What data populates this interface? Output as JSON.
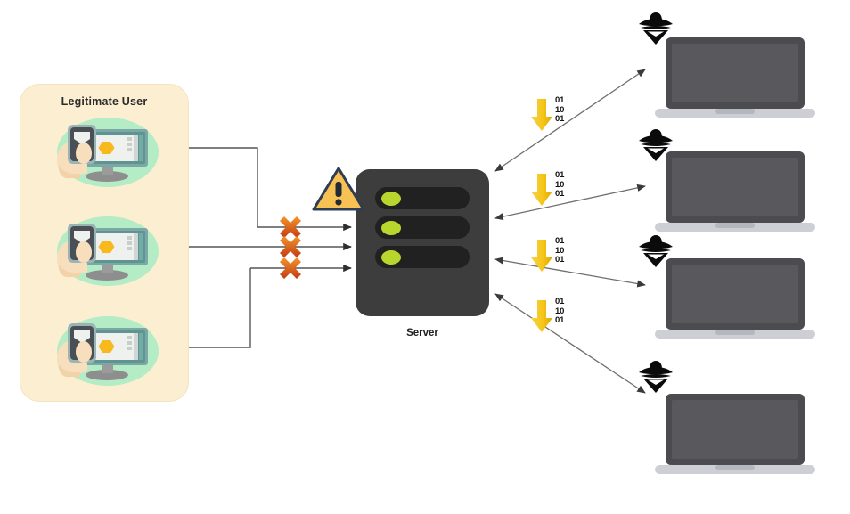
{
  "diagram": {
    "type": "network-attack-diagram",
    "title_text": "",
    "user_group": {
      "label": "Legitimate User",
      "box_color": "#fbeed1",
      "node_count": 3,
      "nodes": [
        {
          "name": "legitimate-user-1",
          "icon": "user-at-monitor-icon",
          "blob_color": "#b4ecc6"
        },
        {
          "name": "legitimate-user-2",
          "icon": "user-at-monitor-icon",
          "blob_color": "#b4ecc6"
        },
        {
          "name": "legitimate-user-3",
          "icon": "user-at-monitor-icon",
          "blob_color": "#b4ecc6"
        }
      ]
    },
    "server": {
      "label": "Server",
      "icon": "server-rack-icon",
      "body_color": "#3d3d3d",
      "slot_color": "#212121",
      "led_color": "#b8d62e",
      "led_count": 3,
      "warning": {
        "icon": "warning-triangle-icon",
        "glyph": "!",
        "fill_color": "#f8c153",
        "stroke_color": "#2e3d52"
      }
    },
    "attackers": {
      "count": 4,
      "icon": "hacker-anonymous-icon",
      "laptop_icon": "laptop-icon",
      "laptop_body_color": "#4b4b50",
      "laptop_screen_color": "#58585d",
      "laptop_base_color": "#cdcfd4",
      "nodes": [
        {
          "name": "attacker-1"
        },
        {
          "name": "attacker-2"
        },
        {
          "name": "attacker-3"
        },
        {
          "name": "attacker-4"
        }
      ]
    },
    "payloads": {
      "count": 4,
      "arrow_icon": "down-arrow-icon",
      "arrow_color": "#f5c518",
      "bits": [
        "01",
        "10",
        "01"
      ],
      "items": [
        {
          "name": "payload-flood-1",
          "bits": [
            "01",
            "10",
            "01"
          ]
        },
        {
          "name": "payload-flood-2",
          "bits": [
            "01",
            "10",
            "01"
          ]
        },
        {
          "name": "payload-flood-3",
          "bits": [
            "01",
            "10",
            "01"
          ]
        },
        {
          "name": "payload-flood-4",
          "bits": [
            "01",
            "10",
            "01"
          ]
        }
      ]
    },
    "blocked_marks": {
      "count": 3,
      "icon": "x-block-icon",
      "color_light": "#f08a20",
      "color_dark": "#c8401a",
      "items": [
        {
          "name": "blocked-request-1"
        },
        {
          "name": "blocked-request-2"
        },
        {
          "name": "blocked-request-3"
        }
      ]
    },
    "wires": {
      "legit_line_color": "#4a4a4a",
      "attack_line_color": "#6b6b6b"
    }
  }
}
